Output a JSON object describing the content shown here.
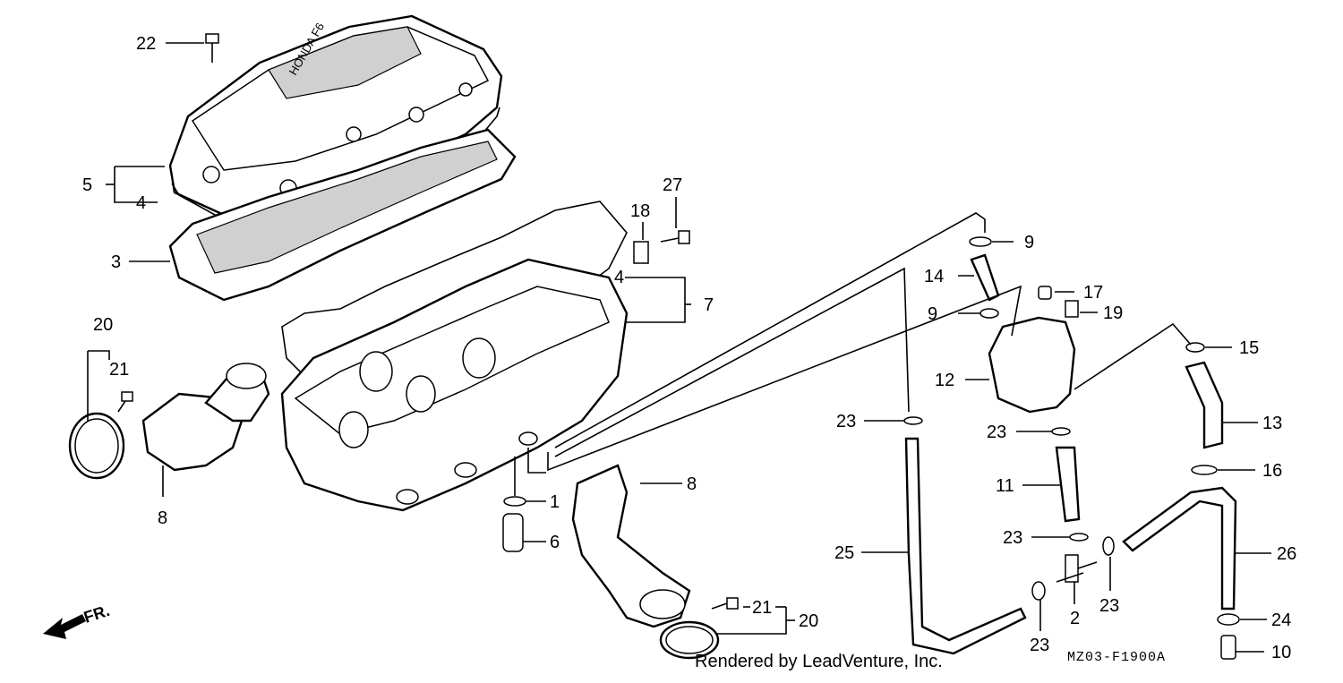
{
  "diagram": {
    "credit": "Rendered by LeadVenture, Inc.",
    "diagram_code": "MZ03-F1900A",
    "front_label": "FR.",
    "callouts": [
      {
        "id": "c22",
        "label": "22"
      },
      {
        "id": "c5",
        "label": "5"
      },
      {
        "id": "c4a",
        "label": "4"
      },
      {
        "id": "c3",
        "label": "3"
      },
      {
        "id": "c27",
        "label": "27"
      },
      {
        "id": "c18",
        "label": "18"
      },
      {
        "id": "c4b",
        "label": "4"
      },
      {
        "id": "c7",
        "label": "7"
      },
      {
        "id": "c20a",
        "label": "20"
      },
      {
        "id": "c21a",
        "label": "21"
      },
      {
        "id": "c8a",
        "label": "8"
      },
      {
        "id": "c8b",
        "label": "8"
      },
      {
        "id": "c1",
        "label": "1"
      },
      {
        "id": "c6",
        "label": "6"
      },
      {
        "id": "c21b",
        "label": "21"
      },
      {
        "id": "c20b",
        "label": "20"
      },
      {
        "id": "c9a",
        "label": "9"
      },
      {
        "id": "c14",
        "label": "14"
      },
      {
        "id": "c17",
        "label": "17"
      },
      {
        "id": "c9b",
        "label": "9"
      },
      {
        "id": "c19",
        "label": "19"
      },
      {
        "id": "c15",
        "label": "15"
      },
      {
        "id": "c12",
        "label": "12"
      },
      {
        "id": "c23a",
        "label": "23"
      },
      {
        "id": "c23b",
        "label": "23"
      },
      {
        "id": "c13",
        "label": "13"
      },
      {
        "id": "c16",
        "label": "16"
      },
      {
        "id": "c11",
        "label": "11"
      },
      {
        "id": "c25",
        "label": "25"
      },
      {
        "id": "c23c",
        "label": "23"
      },
      {
        "id": "c26",
        "label": "26"
      },
      {
        "id": "c23d",
        "label": "23"
      },
      {
        "id": "c2",
        "label": "2"
      },
      {
        "id": "c24",
        "label": "24"
      },
      {
        "id": "c23e",
        "label": "23"
      },
      {
        "id": "c10",
        "label": "10"
      }
    ]
  }
}
